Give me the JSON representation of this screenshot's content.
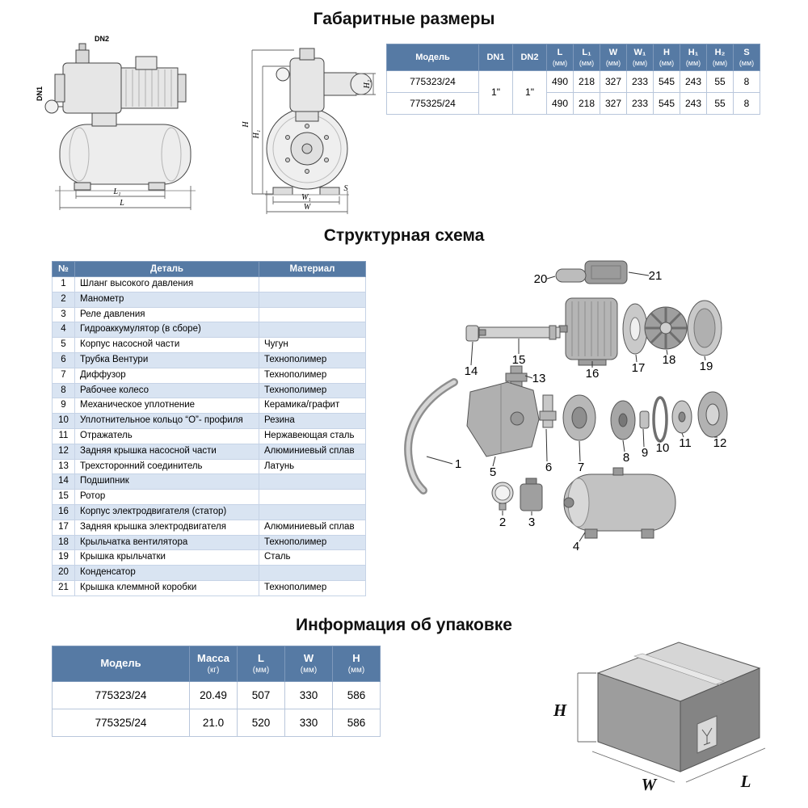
{
  "colors": {
    "table_header_bg": "#567aa4",
    "row_stripe": "#d9e4f2",
    "header_text": "#ffffff"
  },
  "sections": {
    "dimensions_title": "Габаритные размеры",
    "structure_title": "Структурная схема",
    "packaging_title": "Информация об упаковке"
  },
  "dim_drawing": {
    "dn1": "DN1",
    "dn2": "DN2",
    "l": "L",
    "l1": "L₁",
    "w": "W",
    "w1": "W₁",
    "h": "H",
    "h1": "H₁",
    "h2": "H₂",
    "s": "S"
  },
  "dimensions": {
    "headers": {
      "model": "Модель",
      "dn1": "DN1",
      "dn2": "DN2",
      "cols": [
        {
          "label": "L",
          "unit": "(мм)"
        },
        {
          "label": "L₁",
          "unit": "(мм)"
        },
        {
          "label": "W",
          "unit": "(мм)"
        },
        {
          "label": "W₁",
          "unit": "(мм)"
        },
        {
          "label": "H",
          "unit": "(мм)"
        },
        {
          "label": "H₁",
          "unit": "(мм)"
        },
        {
          "label": "H₂",
          "unit": "(мм)"
        },
        {
          "label": "S",
          "unit": "(мм)"
        }
      ]
    },
    "dn1_value": "1\"",
    "dn2_value": "1\"",
    "rows": [
      {
        "model": "775323/24",
        "values": [
          "490",
          "218",
          "327",
          "233",
          "545",
          "243",
          "55",
          "8"
        ]
      },
      {
        "model": "775325/24",
        "values": [
          "490",
          "218",
          "327",
          "233",
          "545",
          "243",
          "55",
          "8"
        ]
      }
    ]
  },
  "parts": {
    "headers": {
      "num": "№",
      "detail": "Деталь",
      "material": "Материал"
    },
    "rows": [
      {
        "num": "1",
        "detail": "Шланг высокого давления",
        "material": ""
      },
      {
        "num": "2",
        "detail": "Манометр",
        "material": ""
      },
      {
        "num": "3",
        "detail": "Реле давления",
        "material": ""
      },
      {
        "num": "4",
        "detail": "Гидроаккумулятор (в сборе)",
        "material": ""
      },
      {
        "num": "5",
        "detail": "Корпус насосной части",
        "material": "Чугун"
      },
      {
        "num": "6",
        "detail": "Трубка Вентури",
        "material": "Технополимер"
      },
      {
        "num": "7",
        "detail": "Диффузор",
        "material": "Технополимер"
      },
      {
        "num": "8",
        "detail": "Рабочее колесо",
        "material": "Технополимер"
      },
      {
        "num": "9",
        "detail": "Механическое уплотнение",
        "material": "Керамика/графит"
      },
      {
        "num": "10",
        "detail": "Уплотнительное кольцо “О”- профиля",
        "material": "Резина"
      },
      {
        "num": "11",
        "detail": "Отражатель",
        "material": "Нержавеющая сталь"
      },
      {
        "num": "12",
        "detail": "Задняя крышка насосной части",
        "material": "Алюминиевый сплав"
      },
      {
        "num": "13",
        "detail": "Трехсторонний соединитель",
        "material": "Латунь"
      },
      {
        "num": "14",
        "detail": "Подшипник",
        "material": ""
      },
      {
        "num": "15",
        "detail": "Ротор",
        "material": ""
      },
      {
        "num": "16",
        "detail": "Корпус электродвигателя (статор)",
        "material": ""
      },
      {
        "num": "17",
        "detail": "Задняя крышка электродвигателя",
        "material": "Алюминиевый сплав"
      },
      {
        "num": "18",
        "detail": "Крыльчатка вентилятора",
        "material": "Технополимер"
      },
      {
        "num": "19",
        "detail": "Крышка крыльчатки",
        "material": "Сталь"
      },
      {
        "num": "20",
        "detail": "Конденсатор",
        "material": ""
      },
      {
        "num": "21",
        "detail": "Крышка клеммной коробки",
        "material": "Технополимер"
      }
    ]
  },
  "exploded": {
    "callouts": [
      "1",
      "2",
      "3",
      "4",
      "5",
      "6",
      "7",
      "8",
      "9",
      "10",
      "11",
      "12",
      "13",
      "14",
      "15",
      "16",
      "17",
      "18",
      "19",
      "20",
      "21"
    ]
  },
  "packaging": {
    "headers": {
      "model": "Модель",
      "cols": [
        {
          "label": "Масса",
          "unit": "(кг)"
        },
        {
          "label": "L",
          "unit": "(мм)"
        },
        {
          "label": "W",
          "unit": "(мм)"
        },
        {
          "label": "H",
          "unit": "(мм)"
        }
      ]
    },
    "rows": [
      {
        "model": "775323/24",
        "values": [
          "20.49",
          "507",
          "330",
          "586"
        ]
      },
      {
        "model": "775325/24",
        "values": [
          "21.0",
          "520",
          "330",
          "586"
        ]
      }
    ]
  },
  "box": {
    "h": "H",
    "w": "W",
    "l": "L"
  }
}
